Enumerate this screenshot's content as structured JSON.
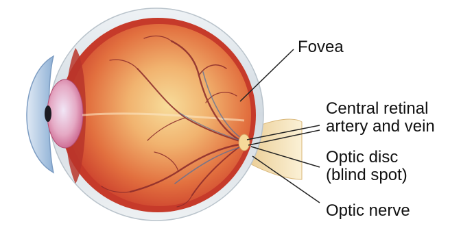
{
  "labels": {
    "fovea": "Fovea",
    "central_retinal": [
      "Central retinal",
      "artery and vein"
    ],
    "optic_disc": [
      "Optic disc",
      "(blind spot)"
    ],
    "optic_nerve": "Optic nerve"
  },
  "colors": {
    "sclera": "#d6dde3",
    "choroid": "#c63a2a",
    "retina_center": "#f6cf86",
    "retina_edge": "#d8472d",
    "vessels": "#8a2a2a",
    "lens": "#b9c6e8",
    "cornea": "#a9c6e4",
    "optic_nerve": "#f3dcaa",
    "leader_lines": "#222222"
  }
}
